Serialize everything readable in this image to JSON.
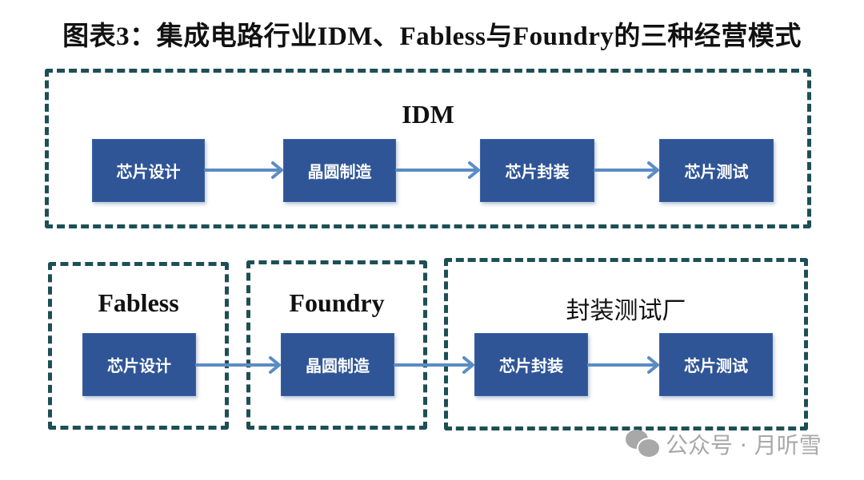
{
  "title": "图表3：集成电路行业IDM、Fabless与Foundry的三种经营模式",
  "idm": {
    "label": "IDM",
    "steps": [
      "芯片设计",
      "晶圆制造",
      "芯片封装",
      "芯片测试"
    ]
  },
  "split": {
    "fabless": {
      "label": "Fabless",
      "steps": [
        "芯片设计"
      ]
    },
    "foundry": {
      "label": "Foundry",
      "steps": [
        "晶圆制造"
      ]
    },
    "osat": {
      "label": "封装测试厂",
      "steps": [
        "芯片封装",
        "芯片测试"
      ]
    }
  },
  "colors": {
    "box_fill": "#2f5597",
    "arrow": "#5b8cc4",
    "dashed_frame": "#1d4f55"
  },
  "watermark": {
    "icon": "wechat-icon",
    "text": "公众号 · 月听雪"
  }
}
